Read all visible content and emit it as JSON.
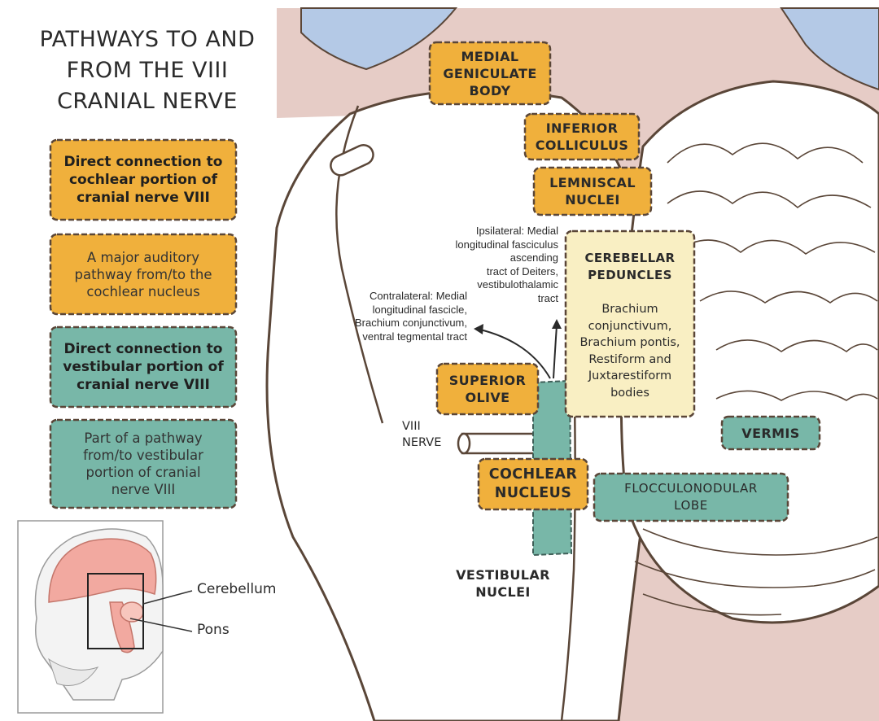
{
  "title": {
    "lines": [
      "PATHWAYS TO AND",
      "FROM THE VIII",
      "CRANIAL NERVE"
    ]
  },
  "legend": [
    {
      "lines": [
        "Direct connection to",
        "cochlear portion of",
        "cranial nerve VIII"
      ],
      "bold": true,
      "color": "#f0b03c"
    },
    {
      "lines": [
        "A major auditory",
        "pathway from/to the",
        "cochlear nucleus"
      ],
      "bold": false,
      "color": "#f0b03c"
    },
    {
      "lines": [
        "Direct connection to",
        "vestibular portion of",
        "cranial nerve VIII"
      ],
      "bold": true,
      "color": "#78b7a8"
    },
    {
      "lines": [
        "Part of a pathway",
        "from/to vestibular",
        "portion of cranial",
        "nerve VIII"
      ],
      "bold": false,
      "color": "#78b7a8"
    }
  ],
  "structures": {
    "medial_geniculate": [
      "MEDIAL",
      "GENICULATE",
      "BODY"
    ],
    "inferior_colliculus": [
      "INFERIOR",
      "COLLICULUS"
    ],
    "lemniscal_nuclei": [
      "LEMNISCAL",
      "NUCLEI"
    ],
    "cerebellar_peduncles": {
      "title": [
        "CEREBELLAR",
        "PEDUNCLES"
      ],
      "body": [
        "Brachium",
        "conjunctivum,",
        "Brachium pontis,",
        "Restiform and",
        "Juxtarestiform",
        "bodies"
      ]
    },
    "superior_olive": [
      "SUPERIOR",
      "OLIVE"
    ],
    "cochlear_nucleus": [
      "COCHLEAR",
      "NUCLEUS"
    ],
    "vermis": "VERMIS",
    "flocculonodular_lobe": [
      "FLOCCULONODULAR",
      "LOBE"
    ],
    "vestibular_nuclei": [
      "VESTIBULAR",
      "NUCLEI"
    ],
    "viii_nerve": [
      "VIII",
      "NERVE"
    ]
  },
  "annotations": {
    "ipsilateral": [
      "Ipsilateral: Medial",
      "longitudinal fasciculus",
      "ascending",
      "tract of Deiters,",
      "vestibulothalamic",
      "tract"
    ],
    "contralateral": [
      "Contralateral: Medial",
      "longitudinal fascicle,",
      "Brachium conjunctivum,",
      "ventral tegmental tract"
    ]
  },
  "inset": {
    "cerebellum": "Cerebellum",
    "pons": "Pons"
  },
  "colors": {
    "cochlear_orange": "#f0b03c",
    "vestibular_teal": "#78b7a8",
    "peduncle_cream": "#f9efc3",
    "background_mauve": "#e6ccc6",
    "ventricle_blue": "#b4c9e6",
    "outline": "#5a4638"
  }
}
